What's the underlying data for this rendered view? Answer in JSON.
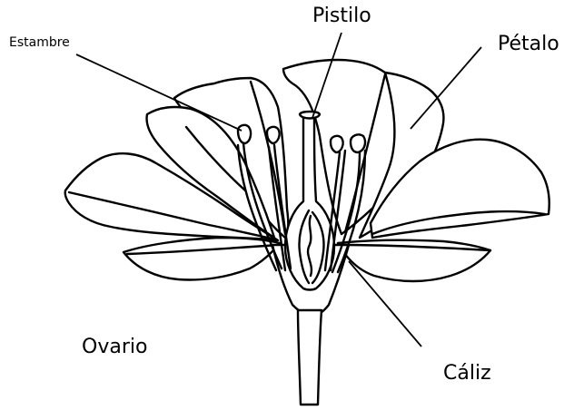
{
  "labels": {
    "pistil": "Pistilo",
    "stamen": "Estambre",
    "petal": "Pétalo",
    "ovary": "Ovario",
    "calyx": "Cáliz"
  },
  "colors": {
    "background": "#ffffff",
    "ink": "#000000"
  }
}
